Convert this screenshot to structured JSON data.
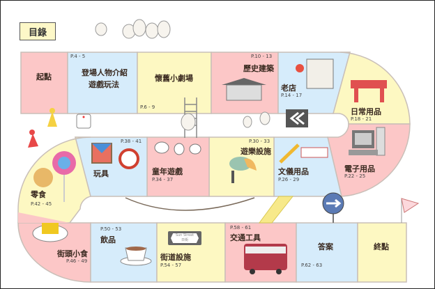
{
  "title": "目錄",
  "cells": {
    "start": {
      "label": "起點"
    },
    "characters": {
      "label1": "登場人物介紹",
      "label2": "遊戲玩法",
      "pages": "P.4 - 5"
    },
    "theatre": {
      "label": "懷舊小劇場",
      "pages": "P.6 - 9"
    },
    "history": {
      "label": "歷史建築",
      "pages": "P.10 - 13"
    },
    "old_shop": {
      "label": "老店",
      "pages": "P.14 - 17"
    },
    "daily": {
      "label": "日常用品",
      "pages": "P.18 - 21"
    },
    "electronics": {
      "label": "電子用品",
      "pages": "P.22 - 25"
    },
    "stationery": {
      "label": "文儀用品",
      "pages": "P.26 - 29"
    },
    "playground": {
      "label": "遊樂設施",
      "pages": "P.30 - 33"
    },
    "childhood": {
      "label": "童年遊戲",
      "pages": "P.34 - 37"
    },
    "toys": {
      "label": "玩具",
      "pages": "P.38 - 41"
    },
    "snacks": {
      "label": "零食",
      "pages": "P.42 - 45"
    },
    "street_food": {
      "label": "街頭小食",
      "pages": "P.46 - 49"
    },
    "drinks": {
      "label": "飲品",
      "pages": "P.50 - 53"
    },
    "street": {
      "label": "街道設施",
      "pages": "P.54 - 57"
    },
    "transport": {
      "label": "交通工具",
      "pages": "P.58 - 61"
    },
    "answers": {
      "label": "答案",
      "pages": "P.62 - 63"
    },
    "finish": {
      "label": "終點"
    }
  },
  "street_sign": {
    "en": "Sun Street",
    "zh": "日街"
  },
  "colors": {
    "pink": "#fcc7c7",
    "blue": "#d6ecfb",
    "yellow": "#fdf8c2",
    "border": "#c9bfb8"
  }
}
